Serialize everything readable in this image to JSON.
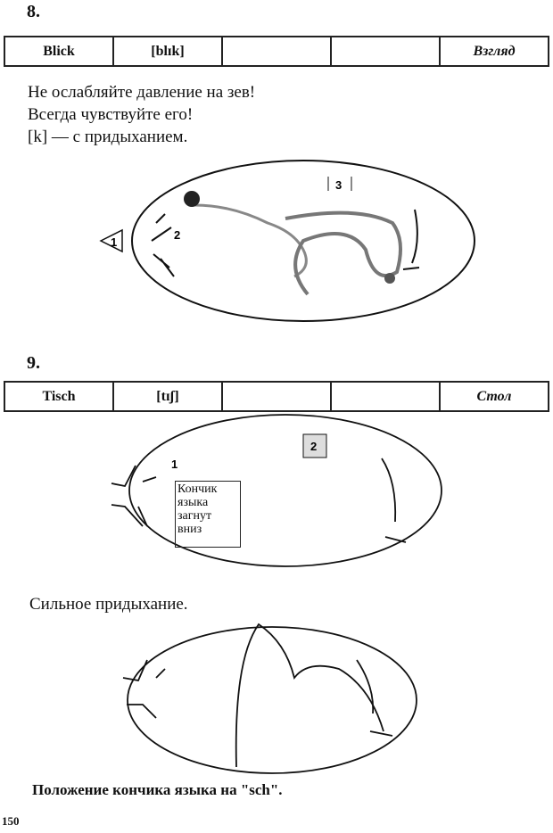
{
  "exercise8": {
    "number": "8.",
    "word": "Blick",
    "transcription": "[blɪk]",
    "col3": "",
    "col4": "",
    "translation": "Взгляд",
    "instructions": [
      "Не ослабляйте давление на зев!",
      "Всегда чувствуйте его!",
      "[k] — с придыханием."
    ],
    "diagram_labels": [
      "1",
      "2",
      "3"
    ]
  },
  "exercise9": {
    "number": "9.",
    "word": "Tisch",
    "transcription": "[tɪʃ]",
    "col3": "",
    "col4": "",
    "translation": "Стол",
    "diagram_labels": [
      "1",
      "2"
    ],
    "note": "Кончик языка загнут вниз",
    "text": "Сильное придыхание.",
    "caption": "Положение кончика языка на \"sch\"."
  },
  "page_number": "150"
}
